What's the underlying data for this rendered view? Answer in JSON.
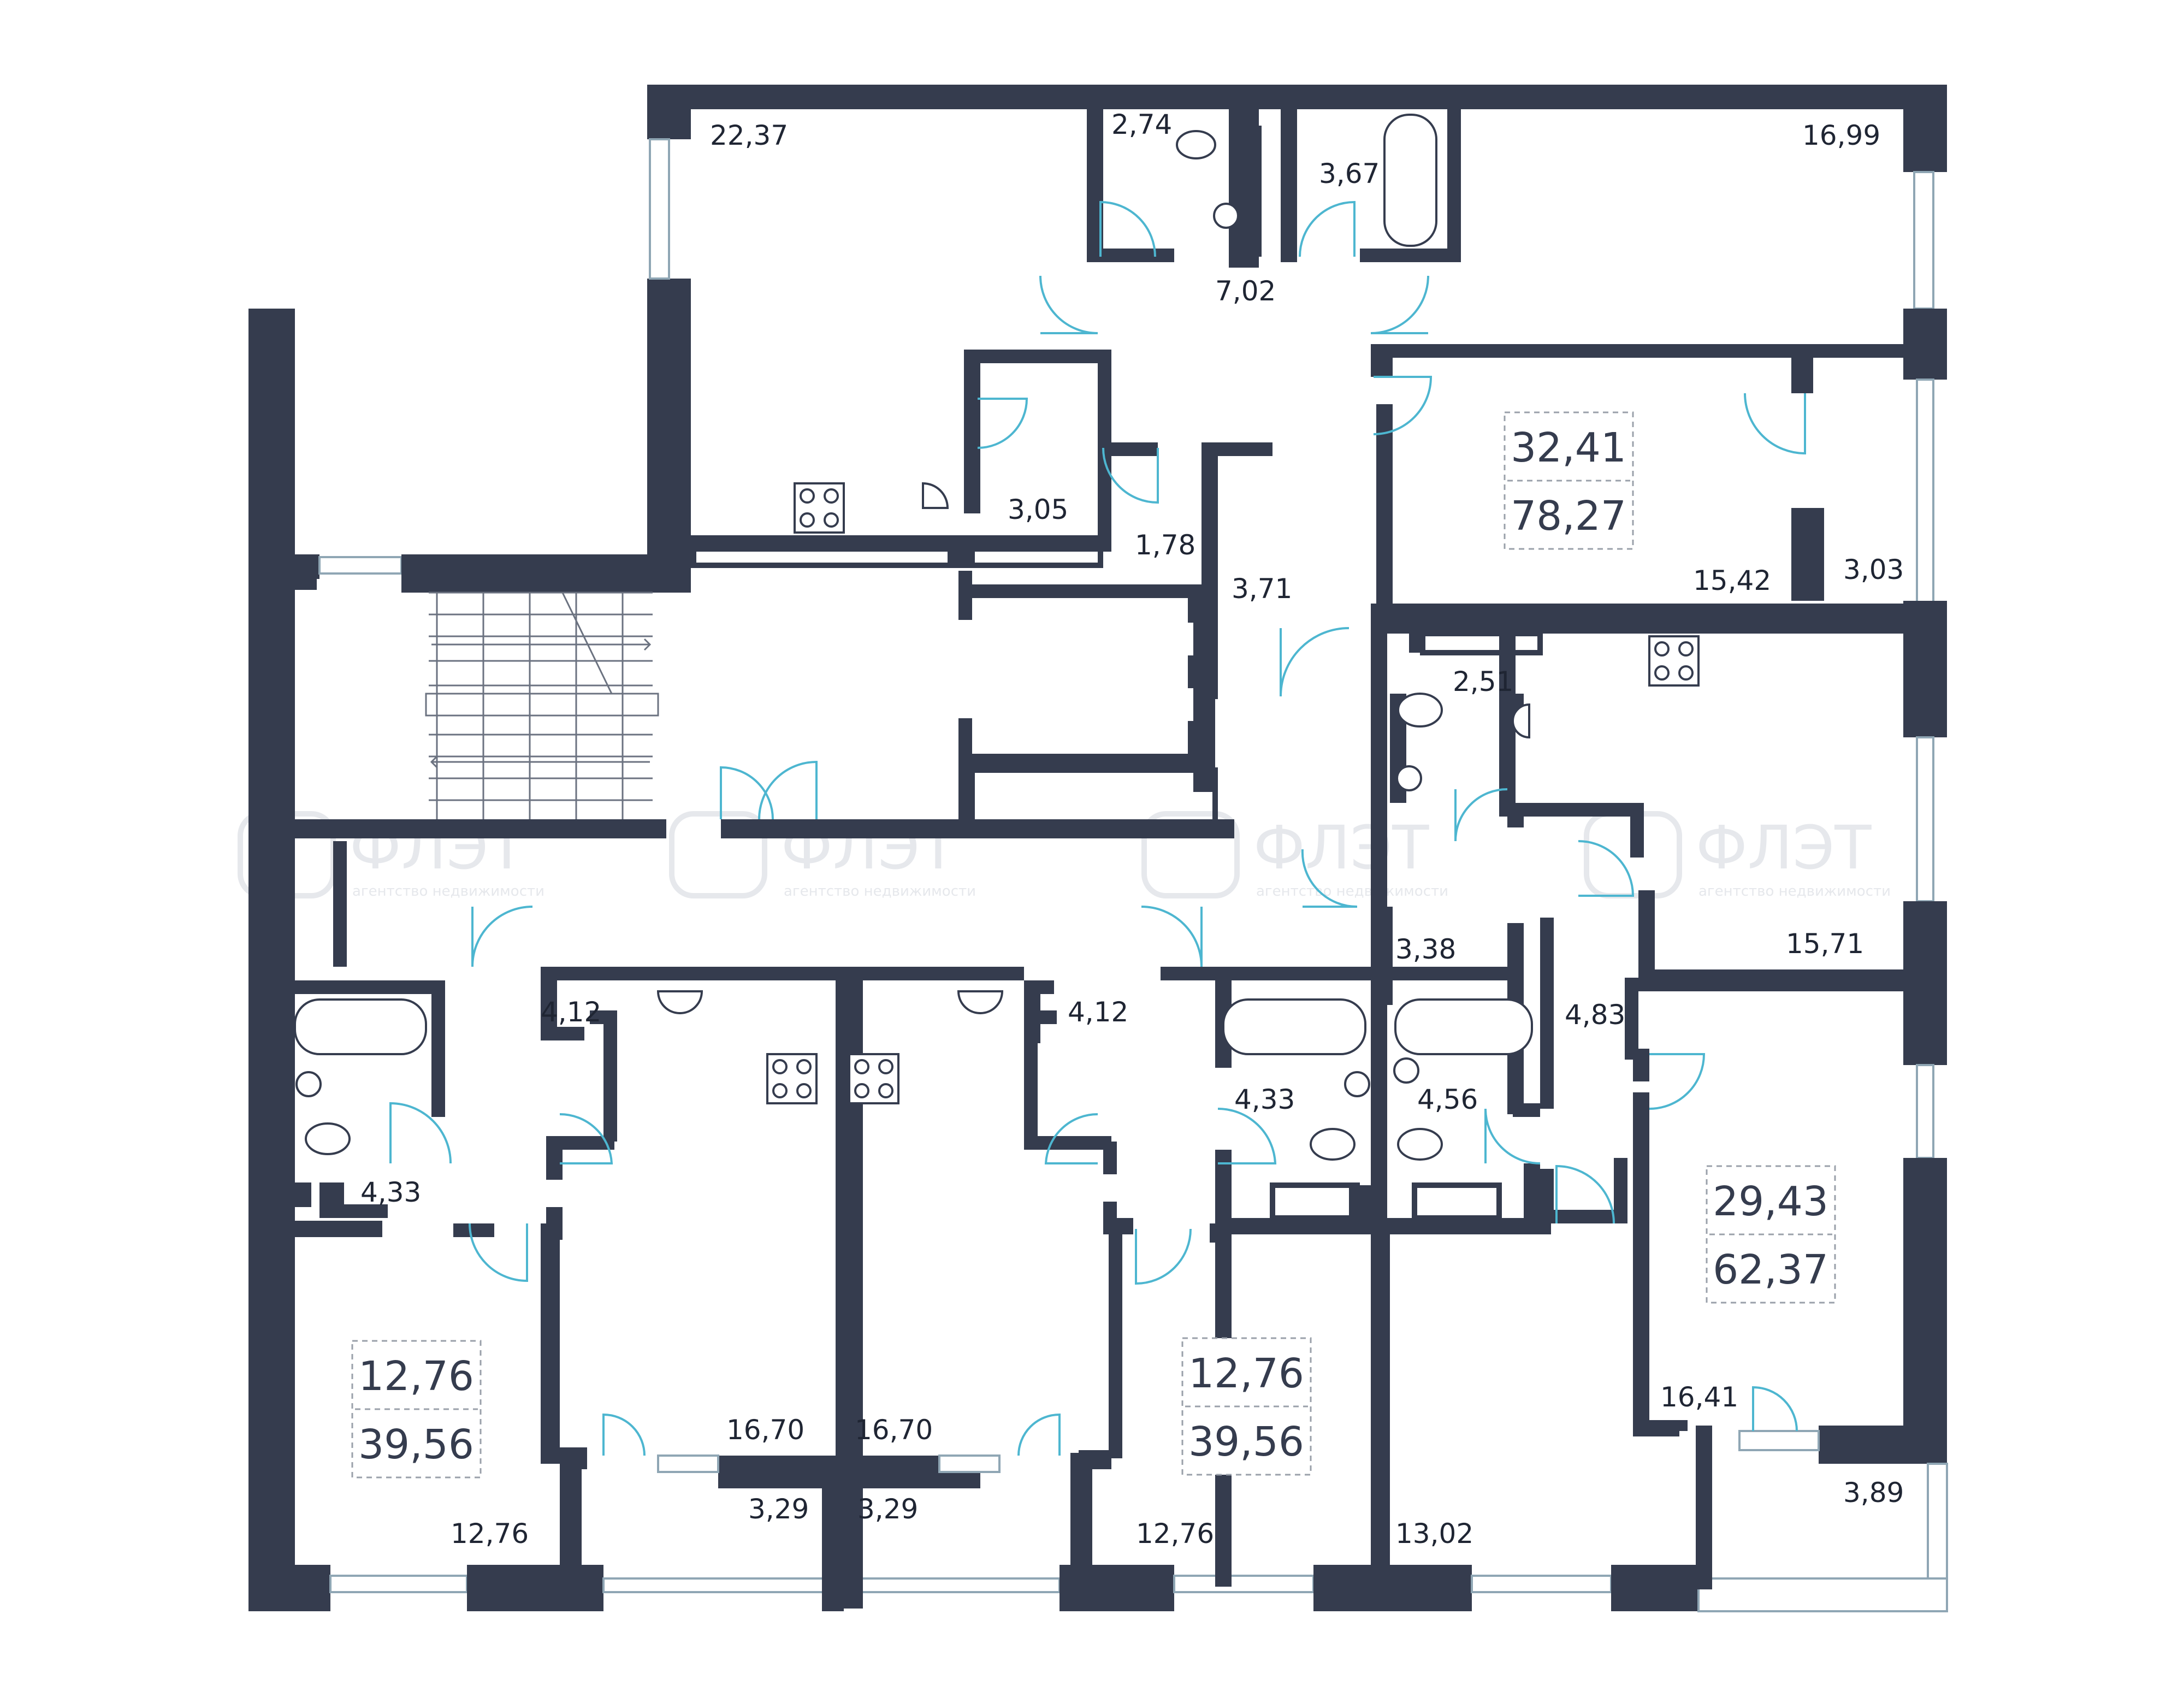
{
  "colors": {
    "wall": "#353c4e",
    "door": "#4db6d0",
    "window": "#8fa6b4",
    "text": "#1f2533"
  },
  "watermark": {
    "brand": "ФЛЭТ",
    "sub": "агентство недвижимости",
    "icon": "flat-logo-icon"
  },
  "apartments": [
    {
      "living": "32,41",
      "total": "78,27"
    },
    {
      "living": "29,43",
      "total": "62,37"
    },
    {
      "living": "12,76",
      "total": "39,56"
    },
    {
      "living": "12,76",
      "total": "39,56"
    }
  ],
  "rooms": [
    "22,37",
    "2,74",
    "3,67",
    "16,99",
    "7,02",
    "3,05",
    "1,78",
    "3,71",
    "15,42",
    "3,03",
    "2,51",
    "15,71",
    "3,38",
    "4,83",
    "4,12",
    "4,12",
    "4,33",
    "4,33",
    "4,56",
    "16,70",
    "16,70",
    "3,29",
    "3,29",
    "12,76",
    "12,76",
    "13,02",
    "16,41",
    "3,89"
  ]
}
